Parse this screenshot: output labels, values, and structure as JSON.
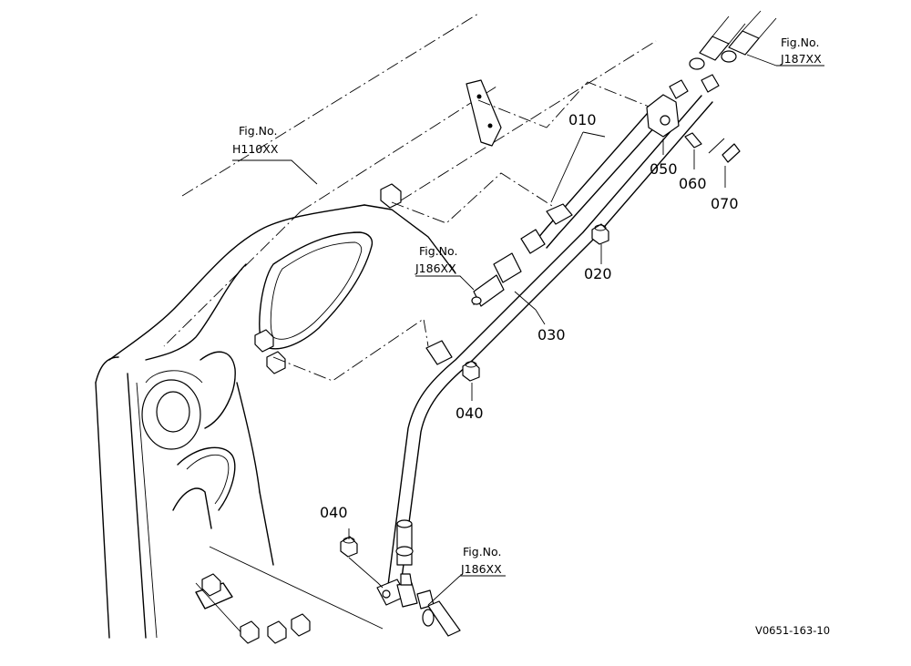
{
  "diagram": {
    "parts": {
      "p010": "010",
      "p020": "020",
      "p030": "030",
      "p040a": "040",
      "p040b": "040",
      "p050": "050",
      "p060": "060",
      "p070": "070"
    },
    "fig_refs": {
      "h110": {
        "line1": "Fig.No.",
        "line2": "H110XX"
      },
      "j187": {
        "line1": "Fig.No.",
        "line2": "J187XX"
      },
      "j186a": {
        "line1": "Fig.No.",
        "line2": "J186XX"
      },
      "j186b": {
        "line1": "Fig.No.",
        "line2": "J186XX"
      }
    },
    "drawing_code": "V0651-163-10"
  }
}
